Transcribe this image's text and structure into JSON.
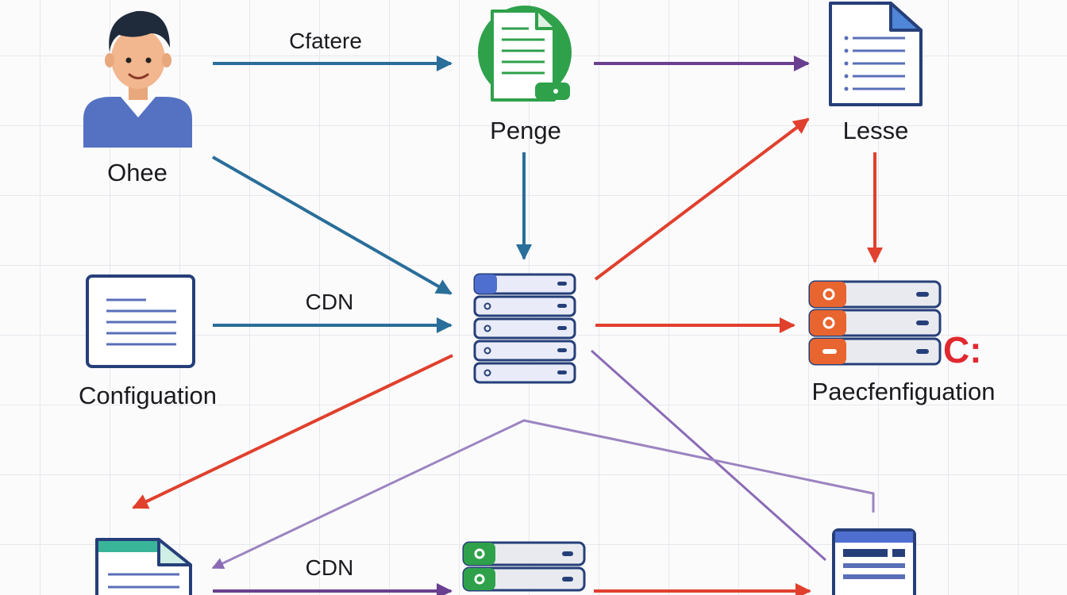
{
  "nodes": {
    "person": {
      "label": "Ohee",
      "icon": "person-icon"
    },
    "document_green": {
      "label": "Penge",
      "icon": "document-icon"
    },
    "document_blue": {
      "label": "Lesse",
      "icon": "document-icon"
    },
    "config_doc": {
      "label": "Configuation",
      "icon": "text-document-icon"
    },
    "server_center": {
      "icon": "server-stack-icon"
    },
    "server_orange": {
      "label": "Paecfenfiguation",
      "icon": "server-stack-icon",
      "badge": "C:"
    },
    "document_teal": {
      "icon": "document-icon"
    },
    "server_green": {
      "icon": "server-stack-icon"
    },
    "browser_window": {
      "icon": "browser-window-icon"
    }
  },
  "edges": {
    "person_to_document": {
      "label": "Cfatere"
    },
    "config_to_server": {
      "label": "CDN"
    },
    "bottom_doc_to_server": {
      "label": "CDN"
    }
  },
  "colors": {
    "blue": "#2a6e9a",
    "purple": "#6a3f8f",
    "red": "#e0402d",
    "lavender": "#9c84c0",
    "navy": "#263f79",
    "green": "#2fa14b",
    "orange": "#e8652f"
  }
}
